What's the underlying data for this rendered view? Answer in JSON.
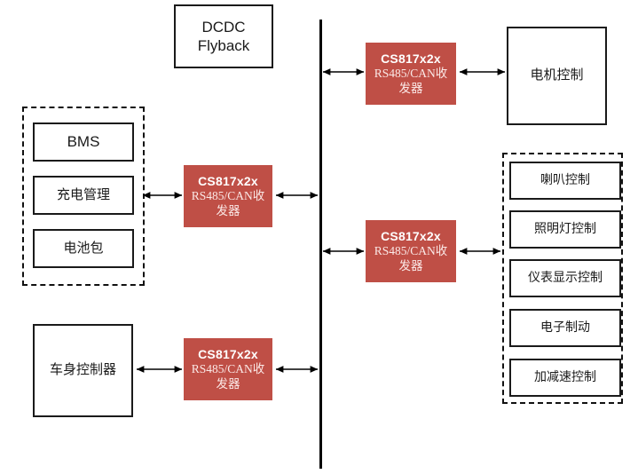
{
  "diagram": {
    "title": "CS817x2x RS485/CAN transceiver automotive network block diagram",
    "colors": {
      "transceiver_fill": "#bf4f46",
      "transceiver_title_text": "#ffffff",
      "transceiver_desc_text": "#fbe9e7",
      "box_border": "#1a1a1a",
      "box_fill": "#ffffff",
      "bus_line": "#000000",
      "dashed_border": "#111111"
    },
    "bus": {
      "name": "vertical-communication-bus",
      "orientation": "vertical"
    },
    "power": {
      "dcdc_label": "DCDC\nFlyback"
    },
    "transceivers": [
      {
        "id": "xcvr-top-right",
        "part": "CS817x2x",
        "desc": "RS485/CAN收\n发器"
      },
      {
        "id": "xcvr-left-battery",
        "part": "CS817x2x",
        "desc": "RS485/CAN收\n发器"
      },
      {
        "id": "xcvr-mid-right",
        "part": "CS817x2x",
        "desc": "RS485/CAN收\n发器"
      },
      {
        "id": "xcvr-bottom-left",
        "part": "CS817x2x",
        "desc": "RS485/CAN收\n发器"
      }
    ],
    "battery_group": {
      "name": "battery-subsystem-group",
      "items": [
        {
          "label": "BMS",
          "script": "latin"
        },
        {
          "label": "充电管理",
          "script": "cjk"
        },
        {
          "label": "电池包",
          "script": "cjk"
        }
      ]
    },
    "body_controller": {
      "label": "车身控制器"
    },
    "motor_control": {
      "label": "电机控制"
    },
    "accessory_group": {
      "name": "vehicle-accessory-control-group",
      "items": [
        {
          "label": "喇叭控制"
        },
        {
          "label": "照明灯控制"
        },
        {
          "label": "仪表显示控制"
        },
        {
          "label": "电子制动"
        },
        {
          "label": "加减速控制"
        }
      ]
    }
  }
}
